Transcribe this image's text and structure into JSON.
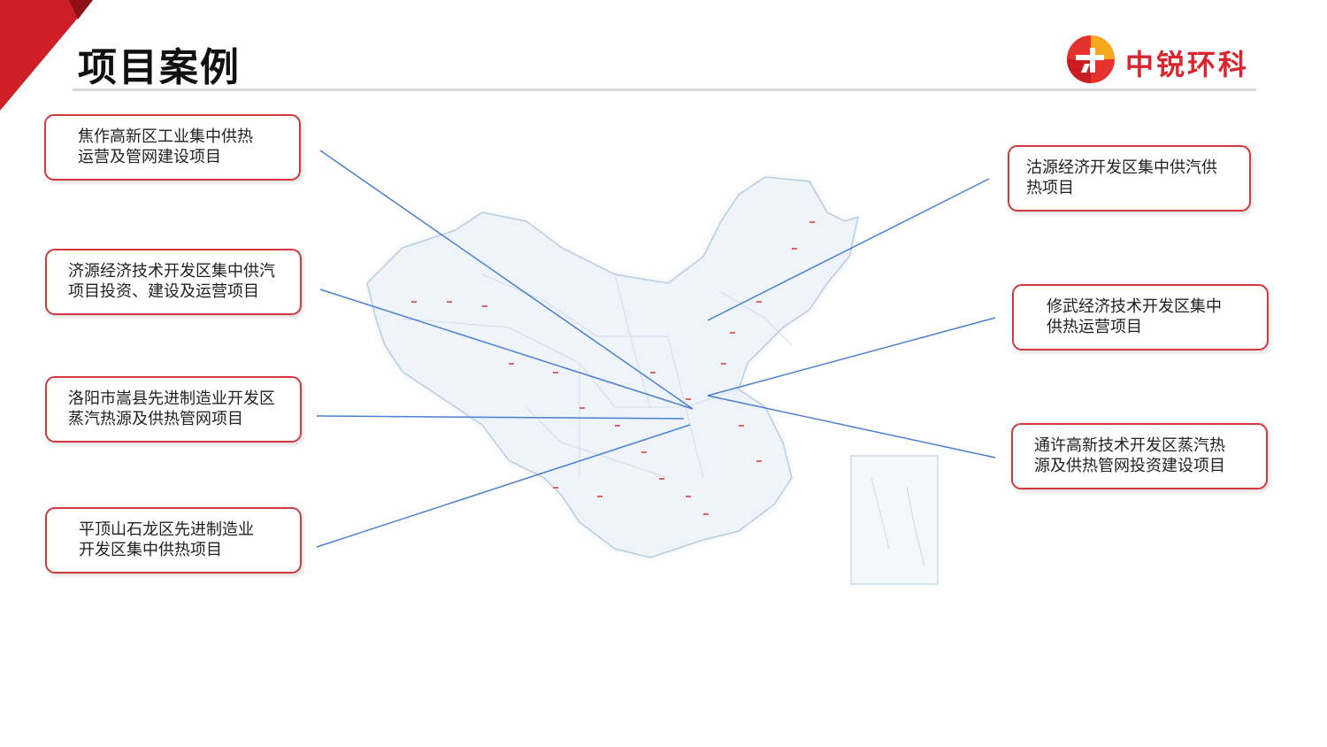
{
  "page": {
    "title": "项目案例"
  },
  "logo": {
    "text": "中锐环科",
    "icon": "zr-logo-icon"
  },
  "map": {
    "icon": "china-map-illustration"
  },
  "colors": {
    "accent": "#d8262e",
    "box_border": "#d03a3f",
    "line": "#4a7fcf"
  },
  "projects_left": [
    {
      "line1": "焦作高新区工业集中供热",
      "line2": "运营及管网建设项目"
    },
    {
      "line1": "济源经济技术开发区集中供汽",
      "line2": "项目投资、建设及运营项目"
    },
    {
      "line1": "洛阳市嵩县先进制造业开发区",
      "line2": "蒸汽热源及供热管网项目"
    },
    {
      "line1": "平顶山石龙区先进制造业",
      "line2": "开发区集中供热项目"
    }
  ],
  "projects_right": [
    {
      "line1": "沽源经济开发区集中供汽供",
      "line2": "热项目"
    },
    {
      "line1": "修武经济技术开发区集中",
      "line2": "供热运营项目"
    },
    {
      "line1": "通许高新技术开发区蒸汽热",
      "line2": "源及供热管网投资建设项目"
    }
  ]
}
